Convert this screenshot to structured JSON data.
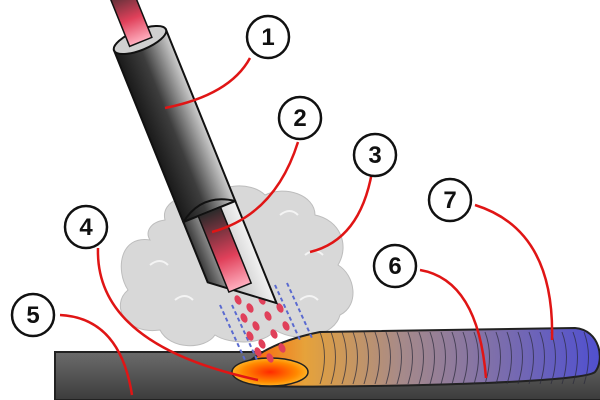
{
  "callouts": [
    {
      "id": "1",
      "label": "1"
    },
    {
      "id": "2",
      "label": "2"
    },
    {
      "id": "3",
      "label": "3"
    },
    {
      "id": "4",
      "label": "4"
    },
    {
      "id": "5",
      "label": "5"
    },
    {
      "id": "6",
      "label": "6"
    },
    {
      "id": "7",
      "label": "7"
    }
  ],
  "colors": {
    "leader_line": "#e01515",
    "electrode_dark": "#1a1a1a",
    "electrode_light": "#a8a8a8",
    "electrode_core": "#e0405a",
    "gas_cloud": "#d8d8d8",
    "base_metal": "#5a5a5a",
    "weld_hot": "#ff5a00",
    "weld_mid": "#e6a23a",
    "weld_cool": "#6b6bd8",
    "droplets": "#e0405a",
    "shield_dash": "#5a6ad0"
  },
  "icons": {
    "electrode": "covered-electrode-icon",
    "gas": "shielding-gas-icon",
    "pool": "weld-pool-icon",
    "bead": "weld-bead-icon"
  }
}
